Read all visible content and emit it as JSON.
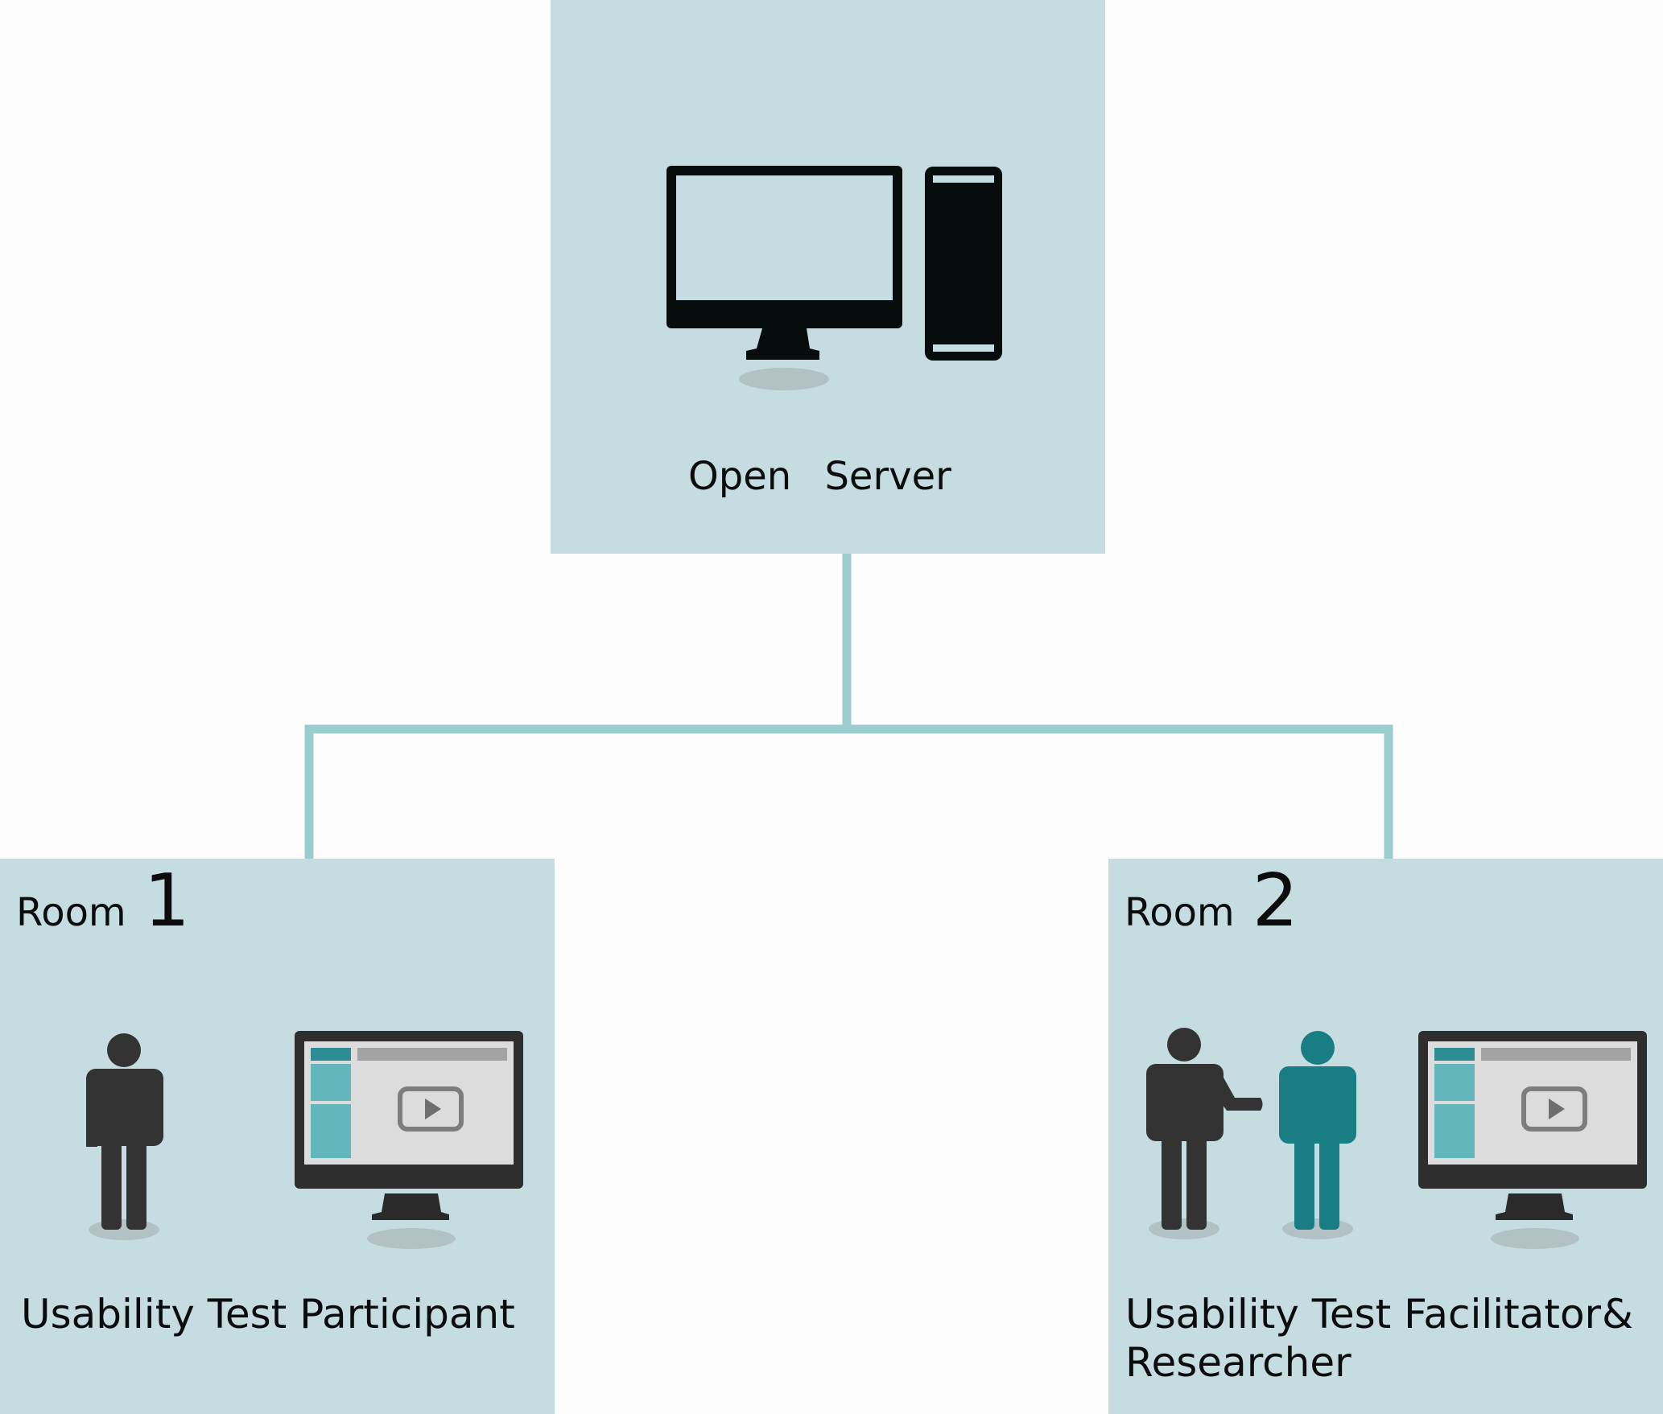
{
  "server": {
    "label": "Open Server",
    "icon": "desktop-computer-tower-icon"
  },
  "rooms": [
    {
      "word": "Room",
      "number": "1",
      "caption": "Usability Test Participant",
      "icons": [
        "participant-person-icon",
        "monitor-video-player-icon"
      ]
    },
    {
      "word": "Room",
      "number": "2",
      "caption_line1": "Usability Test Facilitator",
      "caption_amp": "&",
      "caption_line2": "Researcher",
      "icons": [
        "facilitator-person-icon",
        "researcher-person-icon",
        "monitor-video-player-icon"
      ]
    }
  ],
  "colors": {
    "panel": "#c5dde1",
    "connector": "#9bcdce",
    "figure_dark": "#333333",
    "figure_teal": "#187e84",
    "screen_teal": "#63b6bc"
  }
}
